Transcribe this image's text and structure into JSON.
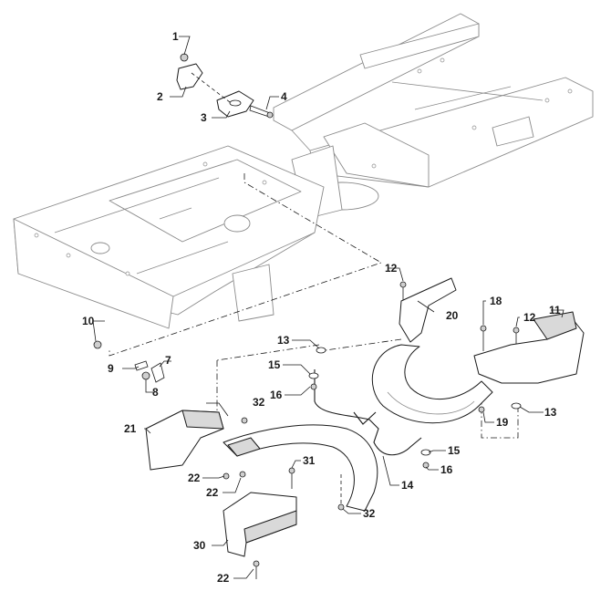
{
  "diagram": {
    "callouts": [
      {
        "id": "c1",
        "label": "1"
      },
      {
        "id": "c2",
        "label": "2"
      },
      {
        "id": "c3",
        "label": "3"
      },
      {
        "id": "c4",
        "label": "4"
      },
      {
        "id": "c7",
        "label": "7"
      },
      {
        "id": "c8",
        "label": "8"
      },
      {
        "id": "c9",
        "label": "9"
      },
      {
        "id": "c10",
        "label": "10"
      },
      {
        "id": "c11",
        "label": "11"
      },
      {
        "id": "c12a",
        "label": "12"
      },
      {
        "id": "c12b",
        "label": "12"
      },
      {
        "id": "c13a",
        "label": "13"
      },
      {
        "id": "c13b",
        "label": "13"
      },
      {
        "id": "c14",
        "label": "14"
      },
      {
        "id": "c15a",
        "label": "15"
      },
      {
        "id": "c15b",
        "label": "15"
      },
      {
        "id": "c16a",
        "label": "16"
      },
      {
        "id": "c16b",
        "label": "16"
      },
      {
        "id": "c18",
        "label": "18"
      },
      {
        "id": "c19",
        "label": "19"
      },
      {
        "id": "c20",
        "label": "20"
      },
      {
        "id": "c21",
        "label": "21"
      },
      {
        "id": "c22a",
        "label": "22"
      },
      {
        "id": "c22b",
        "label": "22"
      },
      {
        "id": "c22c",
        "label": "22"
      },
      {
        "id": "c30",
        "label": "30"
      },
      {
        "id": "c31",
        "label": "31"
      },
      {
        "id": "c32a",
        "label": "32"
      },
      {
        "id": "c32b",
        "label": "32"
      }
    ]
  }
}
